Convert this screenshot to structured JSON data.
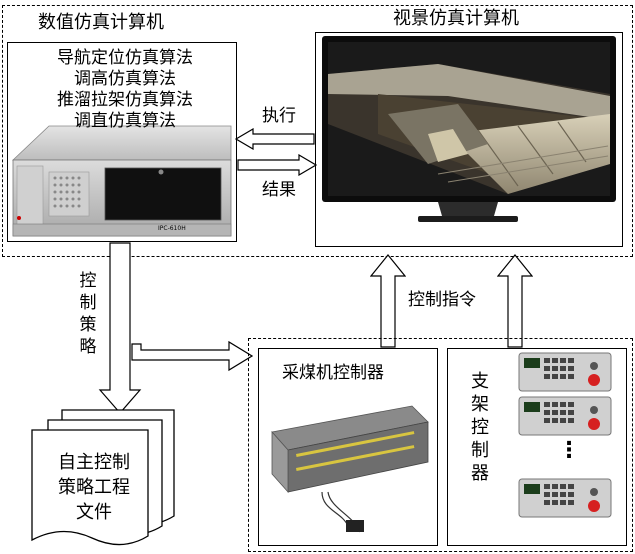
{
  "titles": {
    "numeric_computer": "数值仿真计算机",
    "visual_computer": "视景仿真计算机"
  },
  "algorithms": [
    "导航定位仿真算法",
    "调高仿真算法",
    "推溜拉架仿真算法",
    "调直仿真算法"
  ],
  "arrows": {
    "execute": "执行",
    "result": "结果",
    "control_command": "控制指令",
    "control_strategy": "控制策略"
  },
  "controllers": {
    "shearer": "采煤机控制器",
    "support": "支架控制器",
    "ellipsis": "⋮"
  },
  "document": {
    "lines": [
      "自主控制",
      "策略工程",
      "文件"
    ]
  },
  "server_labels": {
    "model": "IPC-610H"
  }
}
